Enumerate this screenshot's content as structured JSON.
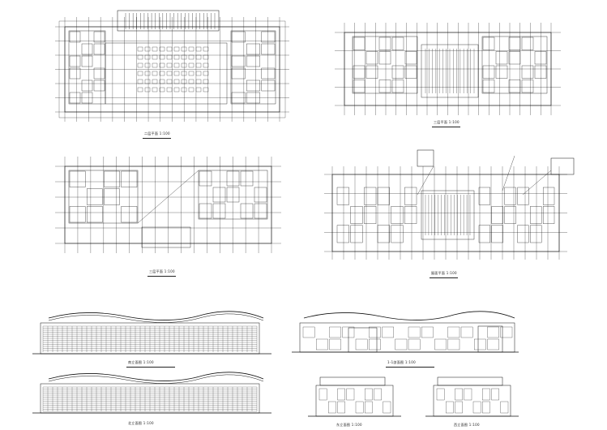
{
  "sheet": {
    "captions": {
      "plan_1": "二层平面  1:100",
      "plan_2": "三层平面  1:100",
      "plan_3": "三层平面  1:100",
      "plan_4": "屋面平面  1:100",
      "elev_1": "南立面图  1:100",
      "elev_2": "1-1剖面图  1:100",
      "elev_3": "北立面图  1:100",
      "elev_4": "东立面图  1:100",
      "elev_5": "西立面图  1:100"
    }
  },
  "palette": {
    "ink": "#111111",
    "paper": "#ffffff",
    "hatch": "#333333"
  }
}
